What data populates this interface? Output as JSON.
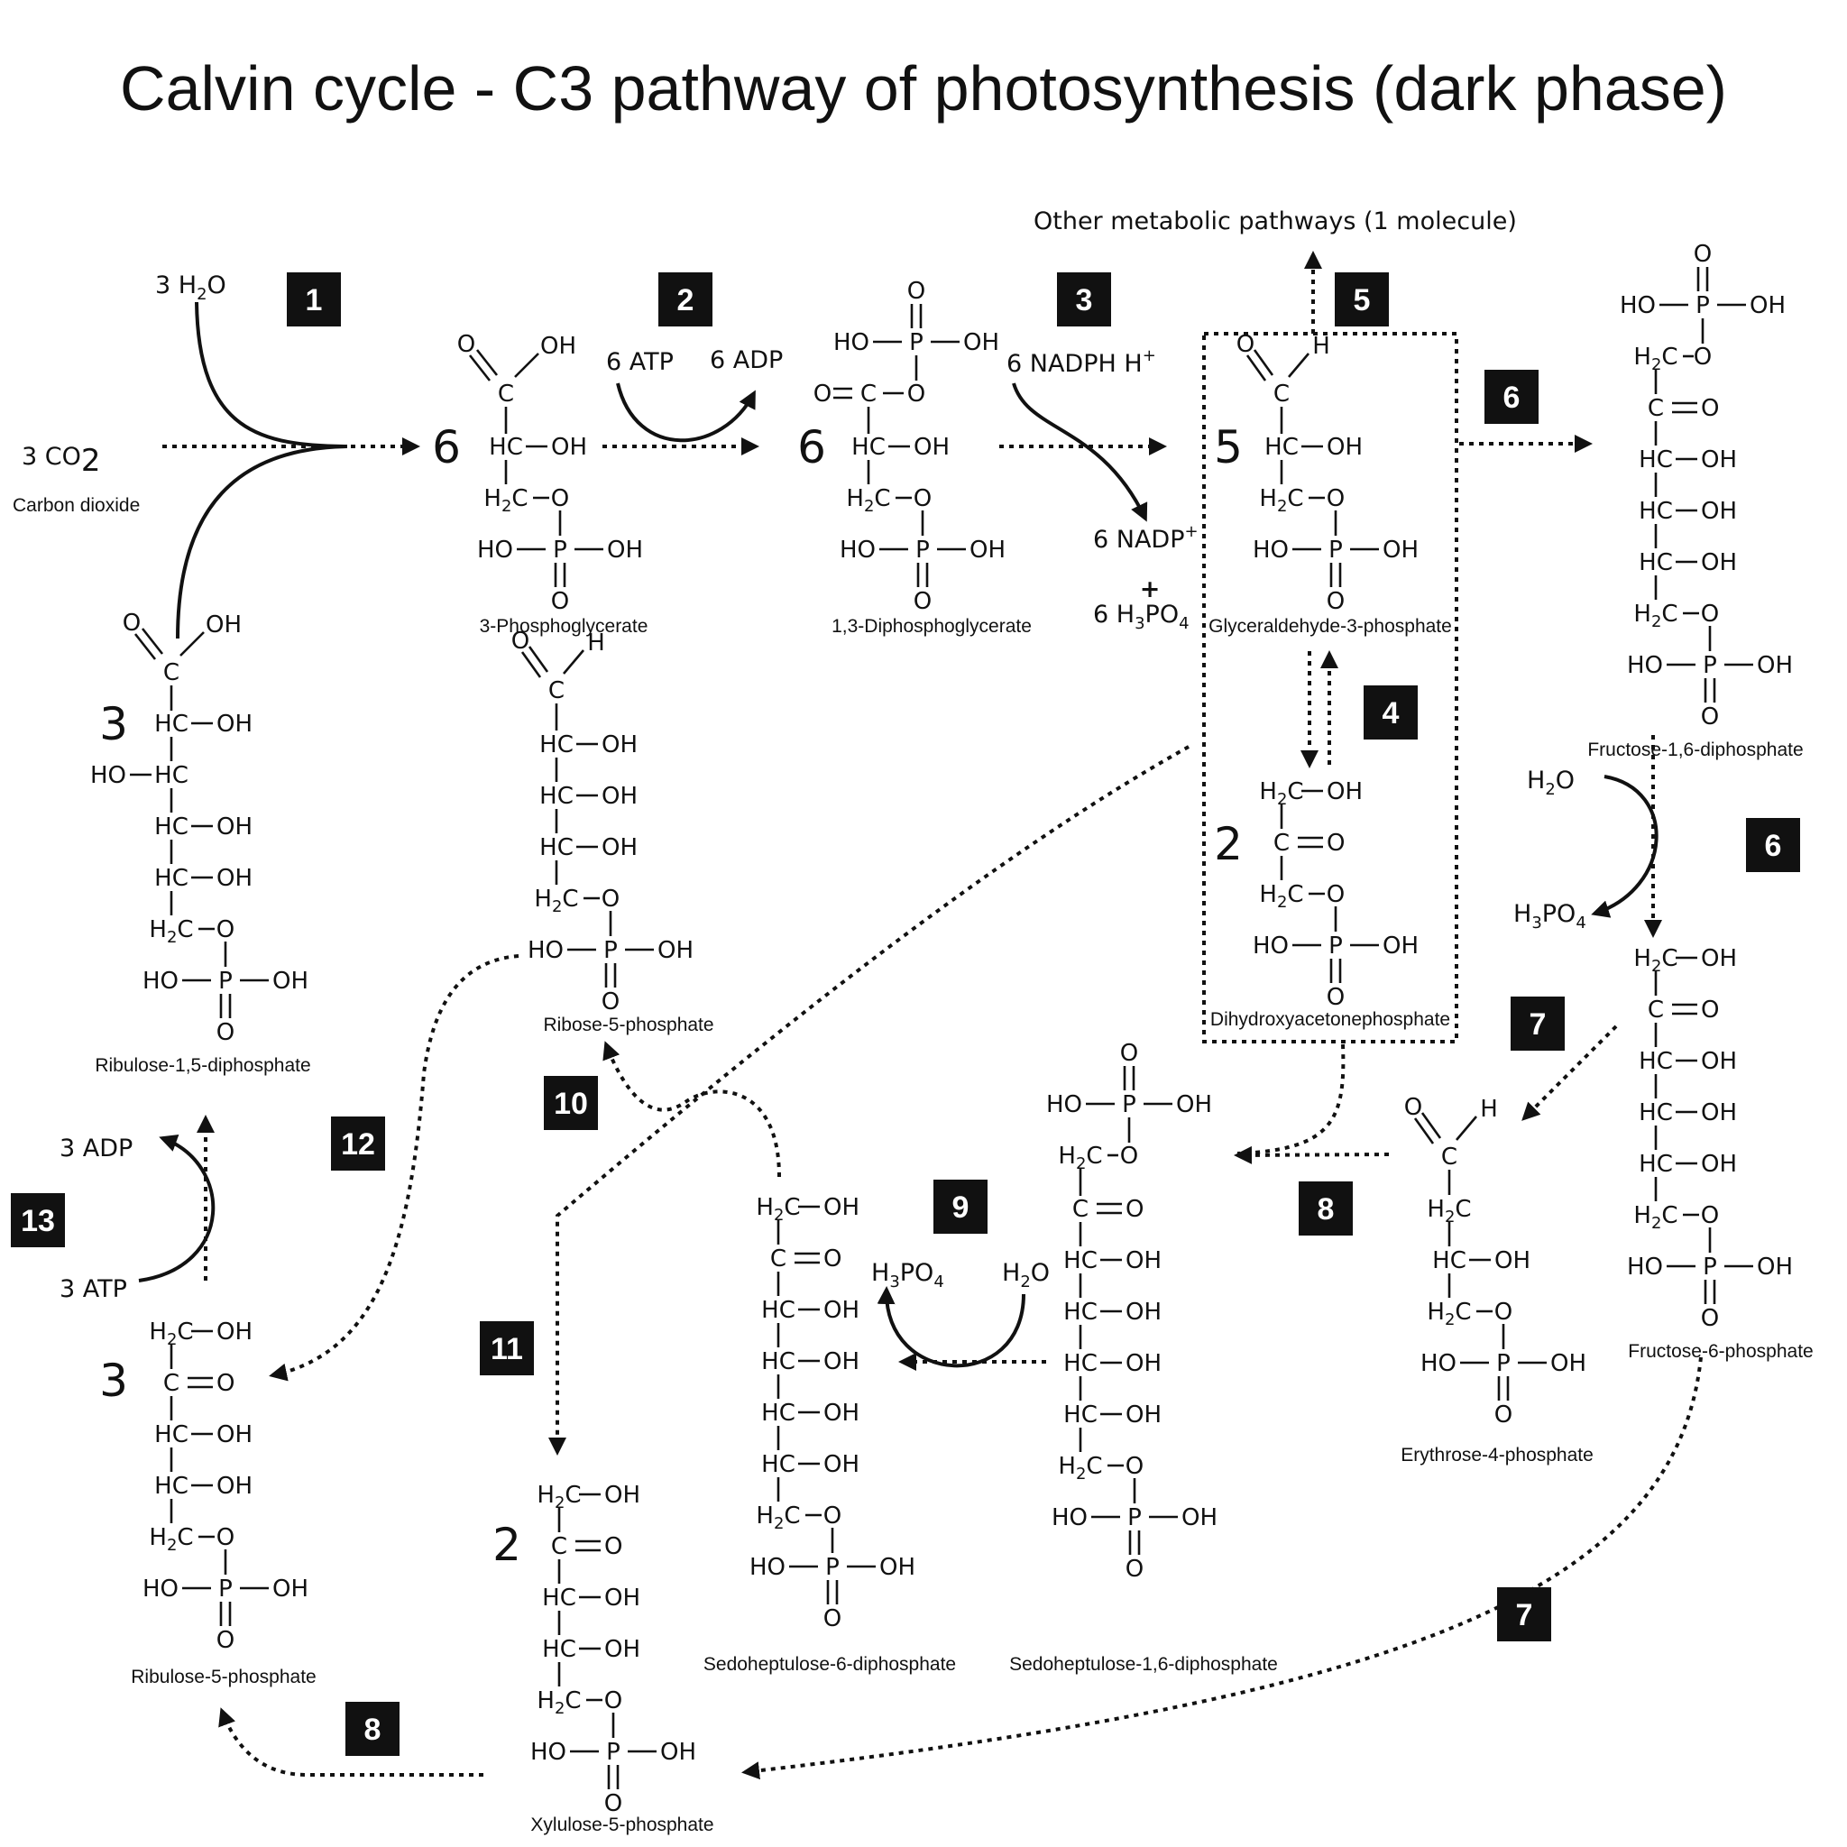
{
  "title": "Calvin cycle - C3 pathway of photosynthesis (dark phase)",
  "reagents": {
    "co2": "3 CO",
    "co2_sub": "2",
    "co2_name": "Carbon dioxide",
    "water_in": "3 H",
    "water_in_sub": "2",
    "water_in_end": "O",
    "atp6": "6 ATP",
    "adp6": "6 ADP",
    "nadph": "6 NADPH H",
    "nadph_sup": "+",
    "nadp": "6 NADP",
    "nadp_sup": "+",
    "plus": "+",
    "h3po4": "6 H",
    "h3po4_sub1": "3",
    "h3po4_mid": "PO",
    "h3po4_sub2": "4",
    "other_pathways": "Other metabolic pathways (1 molecule)",
    "water6": "H",
    "water6_sub": "2",
    "water6_end": "O",
    "phos6": "H",
    "phos6_sub1": "3",
    "phos6_mid": "PO",
    "phos6_sub2": "4",
    "phos9": "H",
    "phos9_sub1": "3",
    "phos9_mid": "PO",
    "phos9_sub2": "4",
    "water9": "H",
    "water9_sub": "2",
    "water9_end": "O",
    "adp3": "3 ADP",
    "atp3": "3 ATP"
  },
  "steps": [
    "1",
    "2",
    "3",
    "4",
    "5",
    "6",
    "6",
    "7",
    "7",
    "8",
    "8",
    "9",
    "10",
    "11",
    "12",
    "13"
  ],
  "molecules": [
    {
      "id": "pg3",
      "count": "6",
      "name": "3-Phosphoglycerate",
      "atoms": {
        "o": "O",
        "oh": "OH",
        "c": "C",
        "hc": "HC",
        "h2c": "H",
        "h2sub": "2",
        "h2c_c": "C",
        "ho": "HO",
        "p": "P"
      }
    },
    {
      "id": "dpg13",
      "count": "6",
      "name": "1,3-Diphosphoglycerate"
    },
    {
      "id": "g3p",
      "count": "5",
      "name": "Glyceraldehyde-3-phosphate"
    },
    {
      "id": "dhap",
      "count": "2",
      "name": "Dihydroxyacetonephosphate"
    },
    {
      "id": "fbp",
      "count": "",
      "name": "Fructose-1,6-diphosphate"
    },
    {
      "id": "f6p",
      "count": "",
      "name": "Fructose-6-phosphate"
    },
    {
      "id": "rubp",
      "count": "3",
      "name": "Ribulose-1,5-diphosphate"
    },
    {
      "id": "r5p",
      "count": "",
      "name": "Ribose-5-phosphate"
    },
    {
      "id": "e4p",
      "count": "",
      "name": "Erythrose-4-phosphate"
    },
    {
      "id": "shbp",
      "count": "",
      "name": "Sedoheptulose-1,6-diphosphate"
    },
    {
      "id": "s7p",
      "count": "",
      "name": "Sedoheptulose-6-diphosphate"
    },
    {
      "id": "ru5p",
      "count": "3",
      "name": "Ribulose-5-phosphate"
    },
    {
      "id": "xu5p",
      "count": "2",
      "name": "Xylulose-5-phosphate"
    }
  ]
}
